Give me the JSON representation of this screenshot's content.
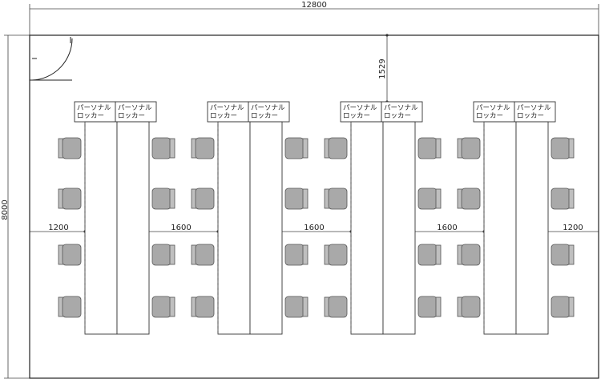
{
  "dimensions": {
    "total_width": "12800",
    "total_height": "8000",
    "aisle_top": "1529",
    "margin_left": "1200",
    "gap_1": "1600",
    "gap_2": "1600",
    "gap_3": "1600",
    "margin_right": "1200"
  },
  "locker": {
    "line1": "パーソナル",
    "line2": "ロッカー"
  },
  "layout": {
    "island_count": 4,
    "chairs_per_side": 4
  }
}
